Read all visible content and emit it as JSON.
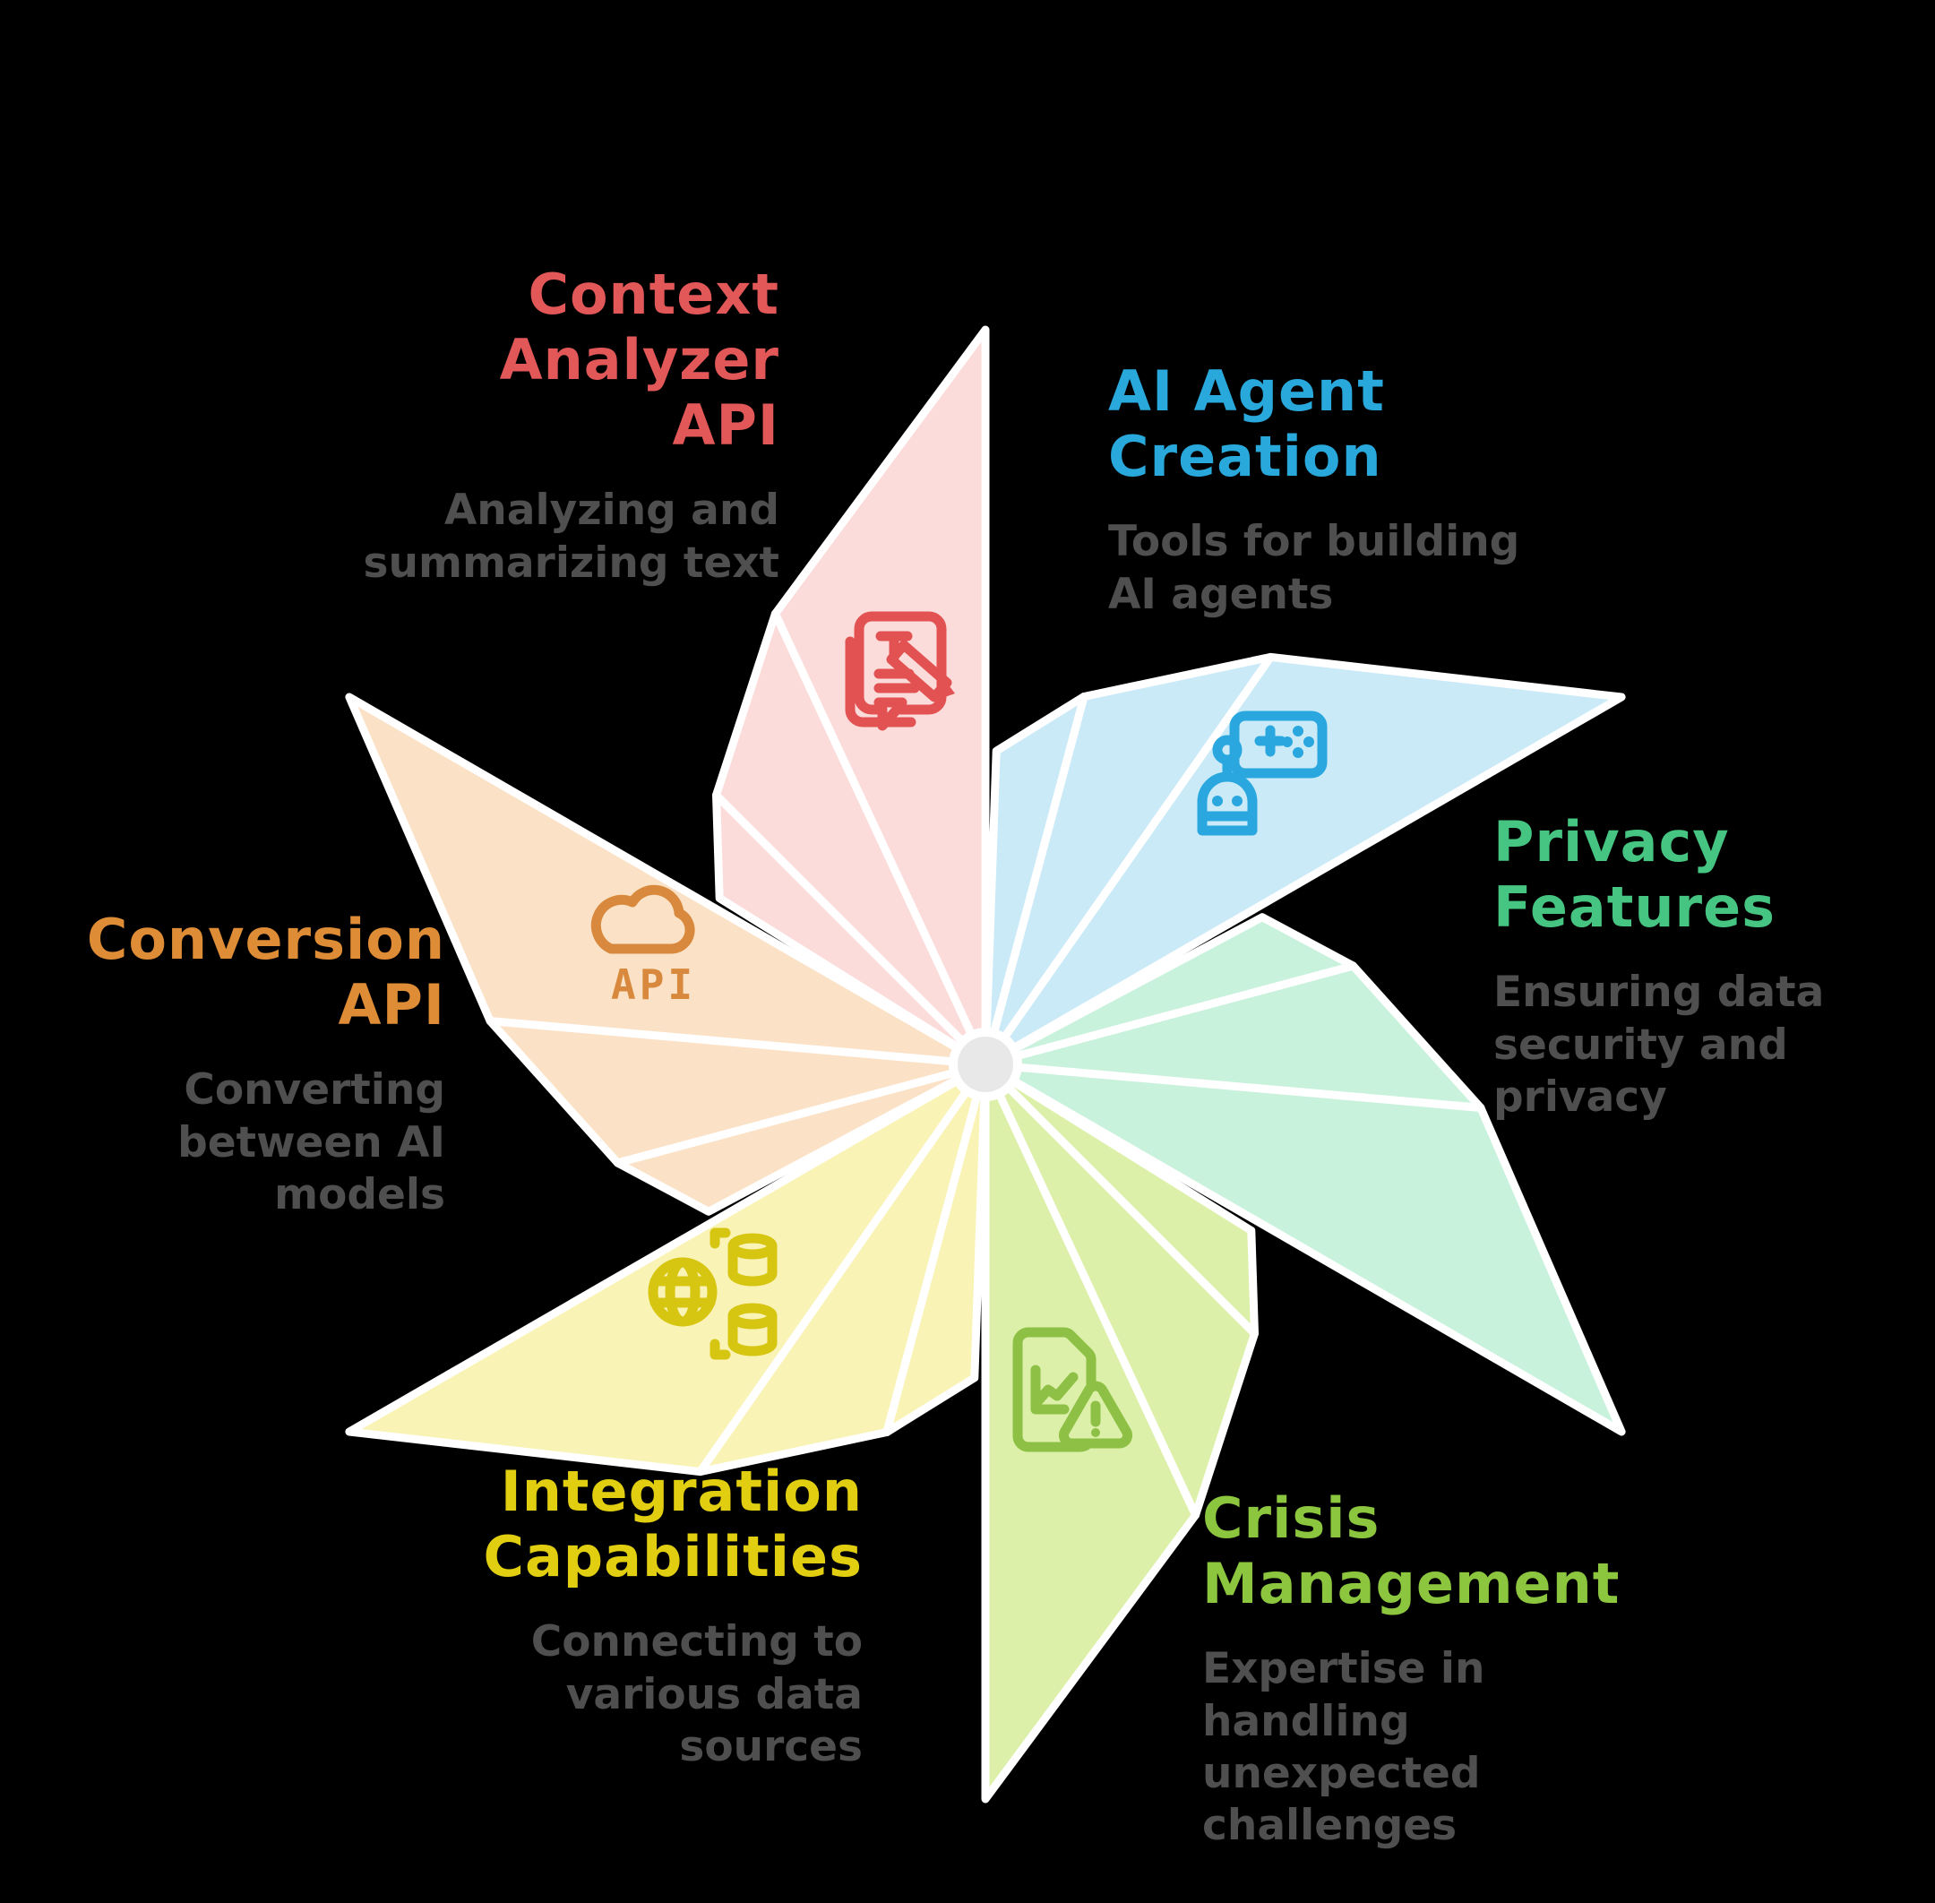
{
  "page": {
    "background": "#000000",
    "description_color": "#4F4F4F",
    "center_circle_color": "#E8E8E8",
    "blade_outline_color": "#FFFFFF"
  },
  "sections": [
    {
      "id": "context-analyzer-api",
      "title": "Context\nAnalyzer\nAPI",
      "description": "Analyzing and\nsummarizing text",
      "title_color": "#E25757",
      "blade_color": "#FBDCDA",
      "icon": "document-edit-icon",
      "icon_color": "#E25252"
    },
    {
      "id": "ai-agent-creation",
      "title": "AI Agent\nCreation",
      "description": "Tools for building\nAI agents",
      "title_color": "#29A8DC",
      "blade_color": "#CBEAF7",
      "icon": "robot-builder-icon",
      "icon_color": "#2AA7DF"
    },
    {
      "id": "privacy-features",
      "title": "Privacy\nFeatures",
      "description": "Ensuring data\nsecurity and\nprivacy",
      "title_color": "#45C581",
      "blade_color": "#C9F2DD",
      "icon": null,
      "icon_color": null
    },
    {
      "id": "crisis-management",
      "title": "Crisis\nManagement",
      "description": "Expertise in\nhandling\nunexpected\nchallenges",
      "title_color": "#8CC63F",
      "blade_color": "#DDF0A9",
      "icon": "report-warning-icon",
      "icon_color": "#8DC044"
    },
    {
      "id": "integration-capabilities",
      "title": "Integration\nCapabilities",
      "description": "Connecting to\nvarious data\nsources",
      "title_color": "#E2CE10",
      "blade_color": "#FAF3B6",
      "icon": "globe-database-icon",
      "icon_color": "#D6C511"
    },
    {
      "id": "conversion-api",
      "title": "Conversion\nAPI",
      "description": "Converting\nbetween AI\nmodels",
      "title_color": "#DE8C35",
      "blade_color": "#FBE2C6",
      "icon": "cloud-api-icon",
      "icon_color": "#D8893D"
    }
  ],
  "icons": {
    "cloud_api_text": "API"
  }
}
